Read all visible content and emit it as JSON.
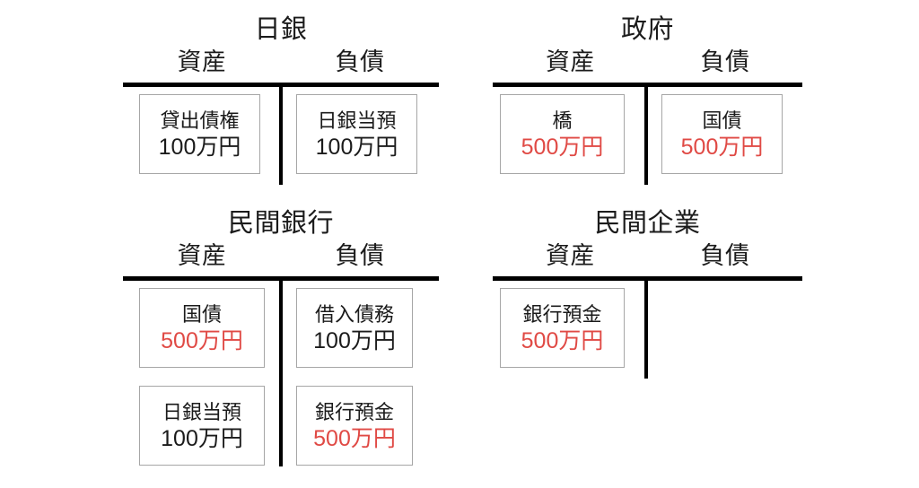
{
  "colors": {
    "highlight_red": "#e04a45",
    "text_black": "#1b1b1b",
    "box_border": "#a6a6a6",
    "rule": "#000000",
    "background": "#ffffff"
  },
  "common": {
    "assets_label": "資産",
    "liabilities_label": "負債"
  },
  "panels": [
    {
      "id": "boj",
      "title": "日銀",
      "assets_label": "資産",
      "liabilities_label": "負債",
      "assets": [
        {
          "name": "貸出債権",
          "amount": "100万円",
          "amount_color": "black"
        }
      ],
      "liabilities": [
        {
          "name": "日銀当預",
          "amount": "100万円",
          "amount_color": "black"
        }
      ]
    },
    {
      "id": "government",
      "title": "政府",
      "assets_label": "資産",
      "liabilities_label": "負債",
      "assets": [
        {
          "name": "橋",
          "amount": "500万円",
          "amount_color": "red"
        }
      ],
      "liabilities": [
        {
          "name": "国債",
          "amount": "500万円",
          "amount_color": "red"
        }
      ]
    },
    {
      "id": "private-bank",
      "title": "民間銀行",
      "assets_label": "資産",
      "liabilities_label": "負債",
      "assets": [
        {
          "name": "国債",
          "amount": "500万円",
          "amount_color": "red"
        },
        {
          "name": "日銀当預",
          "amount": "100万円",
          "amount_color": "black"
        }
      ],
      "liabilities": [
        {
          "name": "借入債務",
          "amount": "100万円",
          "amount_color": "black"
        },
        {
          "name": "銀行預金",
          "amount": "500万円",
          "amount_color": "red"
        }
      ]
    },
    {
      "id": "private-company",
      "title": "民間企業",
      "assets_label": "資産",
      "liabilities_label": "負債",
      "assets": [
        {
          "name": "銀行預金",
          "amount": "500万円",
          "amount_color": "red"
        }
      ],
      "liabilities": []
    }
  ]
}
